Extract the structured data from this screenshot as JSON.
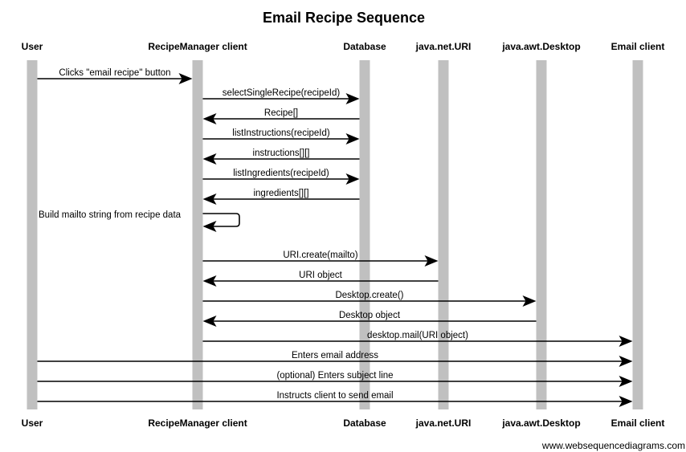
{
  "title": "Email Recipe Sequence",
  "participants": [
    {
      "id": "user",
      "label": "User"
    },
    {
      "id": "manager",
      "label": "RecipeManager client"
    },
    {
      "id": "database",
      "label": "Database"
    },
    {
      "id": "uri",
      "label": "java.net.URI"
    },
    {
      "id": "desktop",
      "label": "java.awt.Desktop"
    },
    {
      "id": "email",
      "label": "Email client"
    }
  ],
  "messages": [
    {
      "from": "user",
      "to": "manager",
      "label": "Clicks \"email recipe\" button"
    },
    {
      "from": "manager",
      "to": "database",
      "label": "selectSingleRecipe(recipeId)"
    },
    {
      "from": "database",
      "to": "manager",
      "label": "Recipe[]"
    },
    {
      "from": "manager",
      "to": "database",
      "label": "listInstructions(recipeId)"
    },
    {
      "from": "database",
      "to": "manager",
      "label": "instructions[][]"
    },
    {
      "from": "manager",
      "to": "database",
      "label": "listIngredients(recipeId)"
    },
    {
      "from": "database",
      "to": "manager",
      "label": "ingredients[][]"
    },
    {
      "from": "manager",
      "to": "manager",
      "label": "Build mailto string from recipe data"
    },
    {
      "from": "manager",
      "to": "uri",
      "label": "URI.create(mailto)"
    },
    {
      "from": "uri",
      "to": "manager",
      "label": "URI object"
    },
    {
      "from": "manager",
      "to": "desktop",
      "label": "Desktop.create()"
    },
    {
      "from": "desktop",
      "to": "manager",
      "label": "Desktop object"
    },
    {
      "from": "manager",
      "to": "email",
      "label": "desktop.mail(URI object)"
    },
    {
      "from": "user",
      "to": "email",
      "label": "Enters email address"
    },
    {
      "from": "user",
      "to": "email",
      "label": "(optional) Enters subject line"
    },
    {
      "from": "user",
      "to": "email",
      "label": "Instructs client to send email"
    }
  ],
  "watermark": "www.websequencediagrams.com",
  "colors": {
    "lifeline": "#c0c0c0",
    "arrow": "#000000",
    "text": "#000000",
    "background": "#ffffff"
  }
}
